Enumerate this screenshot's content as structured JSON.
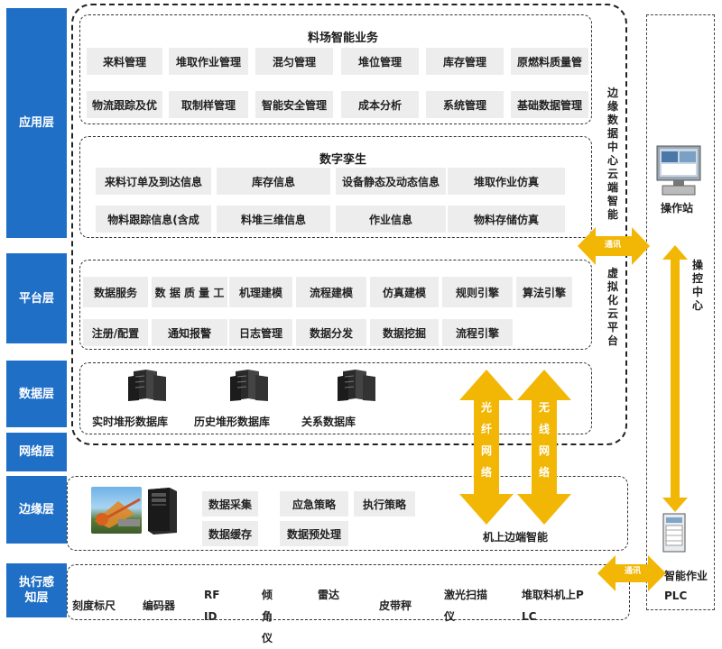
{
  "layers": {
    "app": "应用层",
    "platform": "平台层",
    "data": "数据层",
    "network": "网络层",
    "edge": "边缘层",
    "exec": "执行感知层"
  },
  "business": {
    "title": "料场智能业务",
    "row1": [
      "来料管理",
      "堆取作业管理",
      "混匀管理",
      "堆位管理",
      "库存管理",
      "原燃料质量管"
    ],
    "row2": [
      "物流跟踪及优",
      "取制样管理",
      "智能安全管理",
      "成本分析",
      "系统管理",
      "基础数据管理"
    ]
  },
  "twin": {
    "title": "数字孪生",
    "row1": [
      "来料订单及到达信息",
      "库存信息",
      "设备静态及动态信息",
      "堆取作业仿真"
    ],
    "row2": [
      "物料跟踪信息(含成",
      "料堆三维信息",
      "作业信息",
      "物料存储仿真"
    ]
  },
  "platform": {
    "row1": [
      "数据服务",
      "数 据 质 量 工",
      "机理建模",
      "流程建模",
      "仿真建模",
      "规则引擎",
      "算法引擎"
    ],
    "row2": [
      "注册/配置",
      "通知报警",
      "日志管理",
      "数据分发",
      "数据挖掘",
      "流程引擎"
    ]
  },
  "databases": [
    "实时堆形数据库",
    "历史堆形数据库",
    "关系数据库"
  ],
  "edge": {
    "row1": [
      "数据采集",
      "应急策略",
      "执行策略"
    ],
    "row2": [
      "数据缓存",
      "数据预处理"
    ],
    "onboard": "机上边端智能"
  },
  "sensors": [
    "刻度标尺",
    "编码器",
    "RFID",
    "倾角仪",
    "雷达",
    "皮带秤",
    "激光扫描仪",
    "堆取料机上PLC"
  ],
  "side": {
    "edge_cloud": "边缘数据中心云端智能",
    "virtual_cloud": "虚拟化云平台",
    "control_center": "操控中心",
    "operator_station": "操作站",
    "smart_plc": "智能作业PLC",
    "fiber": "光纤网络",
    "wireless": "无线网络",
    "arrow_mid": "通讯",
    "arrow_bottom": "通讯"
  },
  "colors": {
    "layer_blue": "#1f6fc6",
    "arrow_yellow": "#f2b705",
    "cell_gray": "#ededed"
  },
  "icons": [
    "server-rack-icon",
    "tower-server-icon",
    "stacker-reclaimer-photo",
    "operator-workstation-icon",
    "plc-cabinet-icon"
  ]
}
